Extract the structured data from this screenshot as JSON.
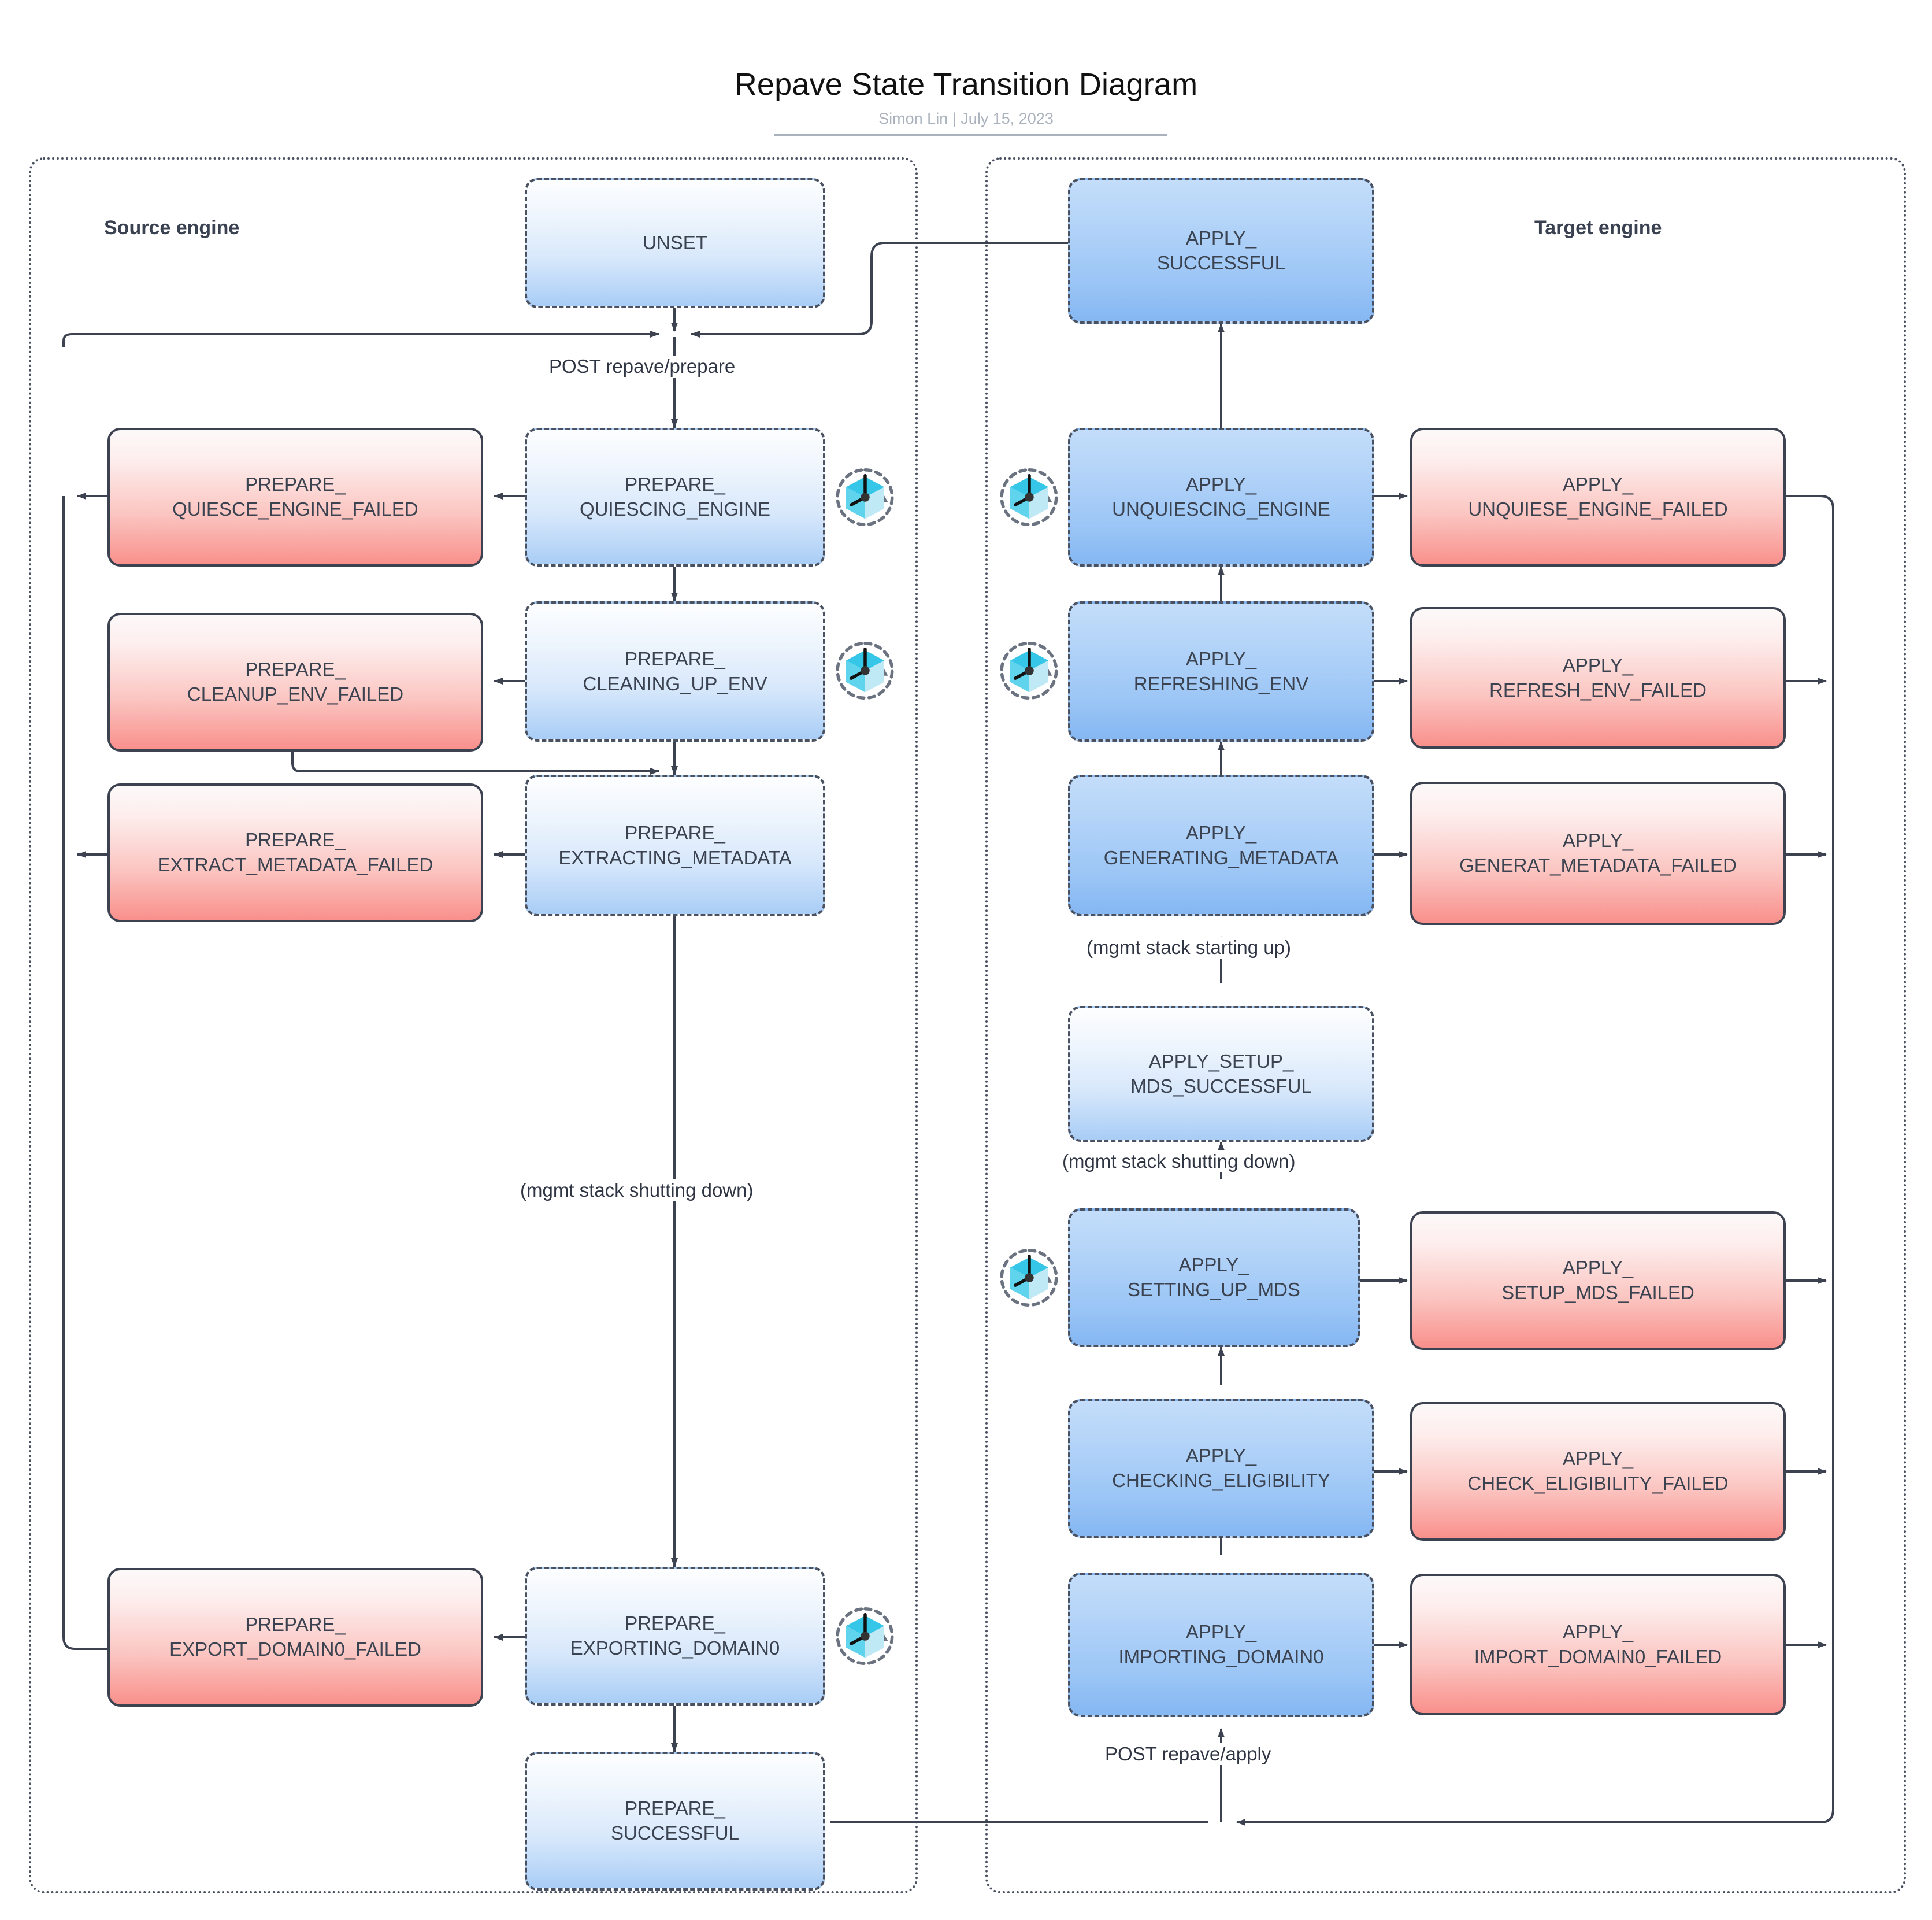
{
  "header": {
    "title": "Repave State Transition Diagram",
    "byline": "Simon Lin  |  July 15, 2023"
  },
  "lanes": {
    "source": {
      "label": "Source engine"
    },
    "target": {
      "label": "Target engine"
    }
  },
  "edge_labels": {
    "post_prepare": "POST repave/prepare",
    "post_apply": "POST repave/apply",
    "mgmt_shutting_down_source": "(mgmt stack shutting down)",
    "mgmt_starting_up": "(mgmt stack starting up)",
    "mgmt_shutting_down_target": "(mgmt stack shutting down)"
  },
  "icons": {
    "retry_clock": "retry-clock-cube-icon"
  },
  "colors": {
    "blue_fill_top": "#fdfeff",
    "blue_fill_bottom": "#a9cdf6",
    "blue_deep_top": "#c3ddfa",
    "blue_deep_bottom": "#85b7f2",
    "red_fill_top": "#fdf9f9",
    "red_fill_bottom": "#f9908c",
    "border": "#4a5160",
    "text": "#3b4250",
    "subtitle": "#aab2bd",
    "icon_cyan": "#3fc3e0"
  },
  "nodes": {
    "unset": {
      "label": "UNSET"
    },
    "prepare_quiescing_engine": {
      "label": "PREPARE_\nQUIESCING_ENGINE"
    },
    "prepare_quiesce_engine_failed": {
      "label": "PREPARE_\nQUIESCE_ENGINE_FAILED"
    },
    "prepare_cleaning_up_env": {
      "label": "PREPARE_\nCLEANING_UP_ENV"
    },
    "prepare_cleanup_env_failed": {
      "label": "PREPARE_\nCLEANUP_ENV_FAILED"
    },
    "prepare_extracting_metadata": {
      "label": "PREPARE_\nEXTRACTING_METADATA"
    },
    "prepare_extract_metadata_failed": {
      "label": "PREPARE_\nEXTRACT_METADATA_FAILED"
    },
    "prepare_exporting_domain0": {
      "label": "PREPARE_\nEXPORTING_DOMAIN0"
    },
    "prepare_export_domain0_failed": {
      "label": "PREPARE_\nEXPORT_DOMAIN0_FAILED"
    },
    "prepare_successful": {
      "label": "PREPARE_\nSUCCESSFUL"
    },
    "apply_successful": {
      "label": "APPLY_\nSUCCESSFUL"
    },
    "apply_unquiescing_engine": {
      "label": "APPLY_\nUNQUIESCING_ENGINE"
    },
    "apply_unquiese_engine_failed": {
      "label": "APPLY_\nUNQUIESE_ENGINE_FAILED"
    },
    "apply_refreshing_env": {
      "label": "APPLY_\nREFRESHING_ENV"
    },
    "apply_refresh_env_failed": {
      "label": "APPLY_\nREFRESH_ENV_FAILED"
    },
    "apply_generating_metadata": {
      "label": "APPLY_\nGENERATING_METADATA"
    },
    "apply_generat_metadata_failed": {
      "label": "APPLY_\nGENERAT_METADATA_FAILED"
    },
    "apply_setup_mds_successful": {
      "label": "APPLY_SETUP_\nMDS_SUCCESSFUL"
    },
    "apply_setting_up_mds": {
      "label": "APPLY_\nSETTING_UP_MDS"
    },
    "apply_setup_mds_failed": {
      "label": "APPLY_\nSETUP_MDS_FAILED"
    },
    "apply_checking_eligibility": {
      "label": "APPLY_\nCHECKING_ELIGIBILITY"
    },
    "apply_check_eligibility_failed": {
      "label": "APPLY_\nCHECK_ELIGIBILITY_FAILED"
    },
    "apply_importing_domain0": {
      "label": "APPLY_\nIMPORTING_DOMAIN0"
    },
    "apply_import_domain0_failed": {
      "label": "APPLY_\nIMPORT_DOMAIN0_FAILED"
    }
  }
}
